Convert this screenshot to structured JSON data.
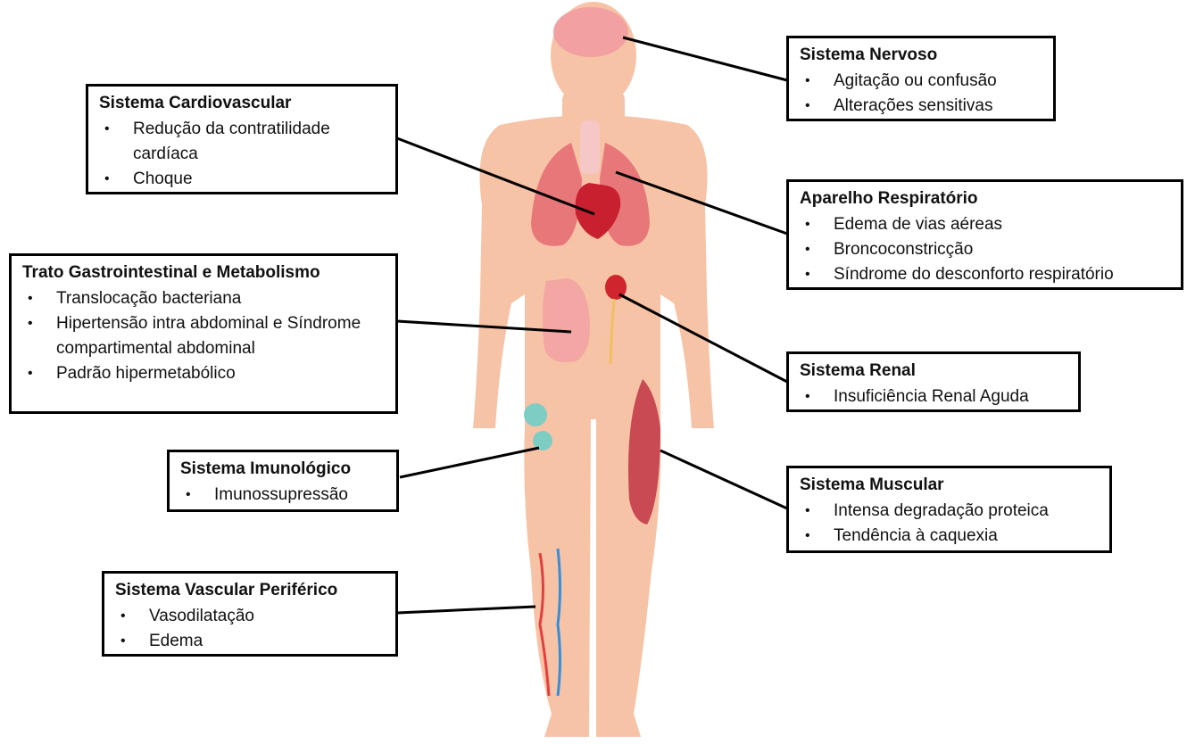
{
  "systems": {
    "nervous": {
      "title": "Sistema Nervoso",
      "items": [
        "Agitação ou confusão",
        "Alterações sensitivas"
      ]
    },
    "cardio": {
      "title": "Sistema Cardiovascular",
      "items": [
        "Redução da contratilidade cardíaca",
        "Choque"
      ]
    },
    "respiratory": {
      "title": "Aparelho Respiratório",
      "items": [
        "Edema de vias aéreas",
        "Broncoconstricção",
        "Síndrome do desconforto respiratório"
      ]
    },
    "gi": {
      "title": "Trato Gastrointestinal e Metabolismo",
      "items": [
        "Translocação bacteriana",
        "Hipertensão intra abdominal e Síndrome compartimental abdominal",
        "Padrão hipermetabólico"
      ]
    },
    "renal": {
      "title": "Sistema Renal",
      "items": [
        "Insuficiência Renal Aguda"
      ]
    },
    "immune": {
      "title": "Sistema Imunológico",
      "items": [
        "Imunossupressão"
      ]
    },
    "muscular": {
      "title": "Sistema Muscular",
      "items": [
        "Intensa degradação proteica",
        "Tendência à caquexia"
      ]
    },
    "vascular": {
      "title": "Sistema Vascular Periférico",
      "items": [
        "Vasodilatação",
        "Edema"
      ]
    }
  },
  "colors": {
    "skin": "#f7c3a6",
    "brain": "#f2a0a2",
    "lung": "#e8777a",
    "heart": "#c8202f",
    "kidney": "#d0242e",
    "intestine": "#f3a6a3",
    "muscle": "#c94a52",
    "immune": "#7ecdc4",
    "vein": "#2f8fe0",
    "artery": "#e43f3f"
  }
}
